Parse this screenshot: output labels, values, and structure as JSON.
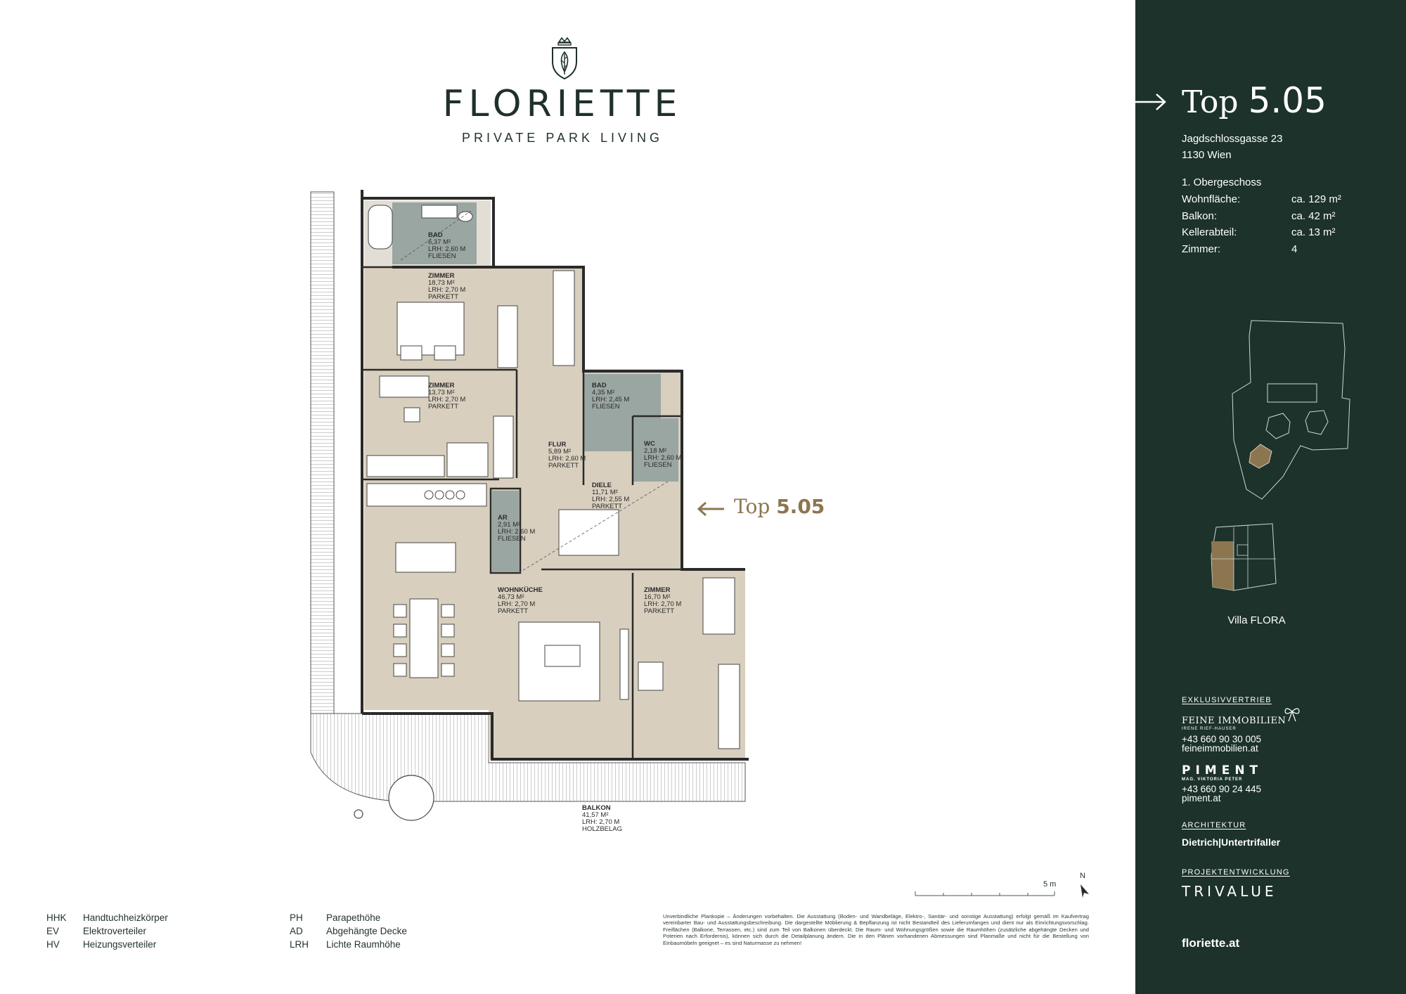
{
  "brand": {
    "name": "FLORIETTE",
    "tagline": "PRIVATE PARK LIVING"
  },
  "unit": {
    "prefix": "Top",
    "number": "5.05",
    "street": "Jagdschlossgasse 23",
    "city": "1130 Wien",
    "floor": "1. Obergeschoss",
    "facts": [
      {
        "key": "Wohnfläche:",
        "value": "ca. 129 m²"
      },
      {
        "key": "Balkon:",
        "value": "ca. 42 m²"
      },
      {
        "key": "Kellerabteil:",
        "value": "ca. 13 m²"
      },
      {
        "key": "Zimmer:",
        "value": "4"
      }
    ],
    "villa": "Villa FLORA"
  },
  "rooms": [
    {
      "name": "BAD",
      "lines": [
        "6,37 M²",
        "LRH: 2,60 M",
        "FLIESEN"
      ]
    },
    {
      "name": "ZIMMER",
      "lines": [
        "18,73 M²",
        "LRH: 2,70 M",
        "PARKETT"
      ]
    },
    {
      "name": "ZIMMER",
      "lines": [
        "13,73 M²",
        "LRH: 2,70 M",
        "PARKETT"
      ]
    },
    {
      "name": "BAD",
      "lines": [
        "4,35 M²",
        "LRH: 2,45 M",
        "FLIESEN"
      ]
    },
    {
      "name": "FLUR",
      "lines": [
        "5,89 M²",
        "LRH: 2,60 M",
        "PARKETT"
      ]
    },
    {
      "name": "WC",
      "lines": [
        "2,18 M²",
        "LRH: 2,60 M",
        "FLIESEN"
      ]
    },
    {
      "name": "DIELE",
      "lines": [
        "11,71 M²",
        "LRH: 2,55 M",
        "PARKETT"
      ]
    },
    {
      "name": "AR",
      "lines": [
        "2,91 M²",
        "LRH: 2,60 M",
        "FLIESEN"
      ]
    },
    {
      "name": "WOHNKÜCHE",
      "lines": [
        "46,73 M²",
        "LRH: 2,70 M",
        "PARKETT"
      ]
    },
    {
      "name": "ZIMMER",
      "lines": [
        "16,70 M²",
        "LRH: 2,70 M",
        "PARKETT"
      ]
    },
    {
      "name": "BALKON",
      "lines": [
        "41,57 M²",
        "LRH: 2,70 M",
        "HOLZBELAG"
      ]
    }
  ],
  "legend": [
    [
      {
        "abbr": "HHK",
        "text": "Handtuchheizkörper"
      },
      {
        "abbr": "EV",
        "text": "Elektroverteiler"
      },
      {
        "abbr": "HV",
        "text": "Heizungsverteiler"
      }
    ],
    [
      {
        "abbr": "PH",
        "text": "Parapethöhe"
      },
      {
        "abbr": "AD",
        "text": "Abgehängte Decke"
      },
      {
        "abbr": "LRH",
        "text": "Lichte Raumhöhe"
      }
    ]
  ],
  "disclaimer": "Unverbindliche Plankopie – Änderungen vorbehalten. Die Ausstattung (Boden- und Wandbeläge, Elektro-, Sanitär- und sonstige Ausstattung) erfolgt gemäß im Kaufvertrag vereinbarter Bau- und Ausstattungsbeschreibung. Die dargestellte Möblierung & Bepflanzung ist nicht Bestandteil des Lieferumfanges und dient nur als Einrichtungsvorschlag. Freiflächen (Balkone, Terrassen, etc.) sind zum Teil von Balkonen überdeckt. Die Raum- und Wohnungsgrößen sowie die Raumhöhen (zusätzliche abgehängte Decken und Poterien nach Erfordernis), können sich durch die Detailplanung ändern. Die in den Plänen vorhandenen Abmessungen sind Planmaße und nicht für die Bestellung von Einbaumöbeln geeignet – es sind Naturmasse zu nehmen!",
  "scale": {
    "label": "5 m",
    "north": "N"
  },
  "sales": {
    "heading": "EXKLUSIVVERTRIEB",
    "company1": "FEINE IMMOBILIEN",
    "company1_sub": "IRENE RIEF-HAUSER",
    "phone1": "+43 660 90 30 005",
    "web1": "feineimmobilien.at",
    "company2": "PIMENT",
    "company2_sub": "MAG. VIKTORIA PETER",
    "phone2": "+43 660 90 24 445",
    "web2": "piment.at"
  },
  "architecture": {
    "heading": "ARCHITEKTUR",
    "name": "Dietrich|Untertrifaller"
  },
  "development": {
    "heading": "PROJEKTENTWICKLUNG",
    "name": "TRIVALUE"
  },
  "website": "floriette.at",
  "colors": {
    "sidebar": "#1c322b",
    "accent": "#8c7650",
    "room_fill": "#d8cfbe",
    "wet_fill": "#9aa6a1"
  }
}
